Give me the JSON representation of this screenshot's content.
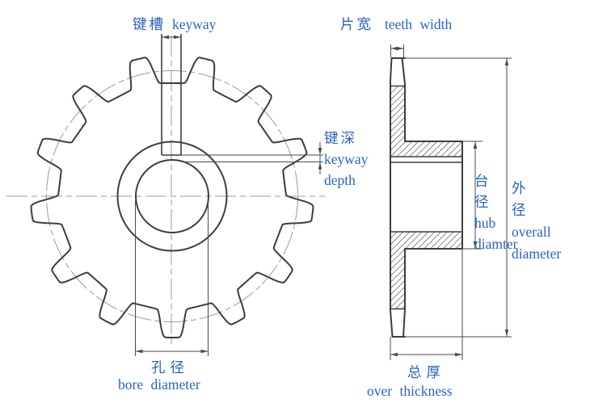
{
  "colors": {
    "background": "#ffffff",
    "accent_text": "#2a63c4",
    "line_dark": "#3d3d3d",
    "line_dim": "#4a4a4a",
    "line_thin": "#9a9a9a"
  },
  "labels": {
    "keyway": {
      "zh": "键槽",
      "en": "keyway"
    },
    "teeth_width": {
      "zh": "片宽",
      "en": "teeth width"
    },
    "keyway_depth": {
      "zh": "键深",
      "en_line1": "keyway",
      "en_line2": "depth"
    },
    "hub_diameter": {
      "zh_char1": "台",
      "zh_char2": "径",
      "en_line1": "hub",
      "en_line2": "diamter"
    },
    "overall_diameter": {
      "zh_char1": "外",
      "zh_char2": "径",
      "en_line1": "overall",
      "en_line2": "diameter"
    },
    "bore_diameter": {
      "zh": "孔径",
      "en": "bore diameter"
    },
    "over_thickness": {
      "zh": "总厚",
      "en": "over thickness"
    }
  }
}
